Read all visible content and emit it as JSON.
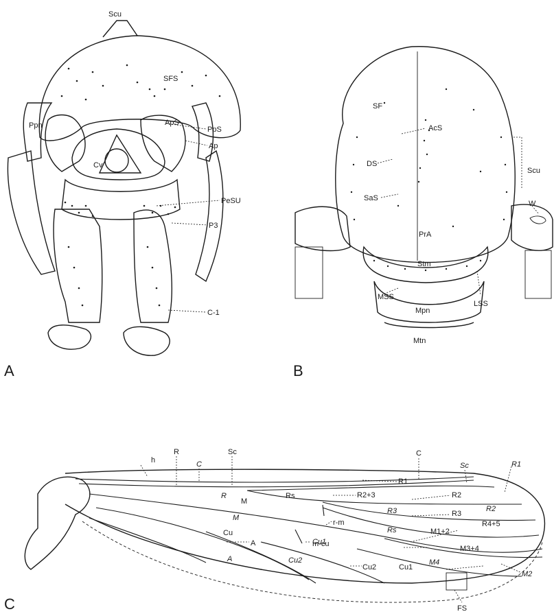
{
  "panels": {
    "a": {
      "letter": "A",
      "labels": [
        "Scu",
        "SFS",
        "Ppn",
        "ApS",
        "PpS",
        "Ap",
        "PeSU",
        "P3",
        "C-1",
        "Cv"
      ]
    },
    "b": {
      "letter": "B",
      "labels": [
        "SF",
        "AcS",
        "DS",
        "Scu",
        "SaS",
        "W",
        "PrA",
        "Stm",
        "MSS",
        "LSS",
        "Mpn",
        "Mtn"
      ]
    },
    "c": {
      "letter": "C",
      "labels": [
        "h",
        "R",
        "C",
        "Sc",
        "C",
        "Sc",
        "R1",
        "R",
        "M",
        "Rs",
        "R1",
        "R2+3",
        "R2",
        "R3",
        "R2",
        "M",
        "r-m",
        "R3",
        "R4+5",
        "Cu",
        "m-cu",
        "Rs",
        "M1+2",
        "A",
        "Cu1",
        "M3+4",
        "A",
        "Cu2",
        "Cu2",
        "Cu1",
        "M4",
        "M2",
        "FS"
      ]
    }
  },
  "colors": {
    "ink": "#1a1a1a",
    "paper": "#ffffff"
  }
}
